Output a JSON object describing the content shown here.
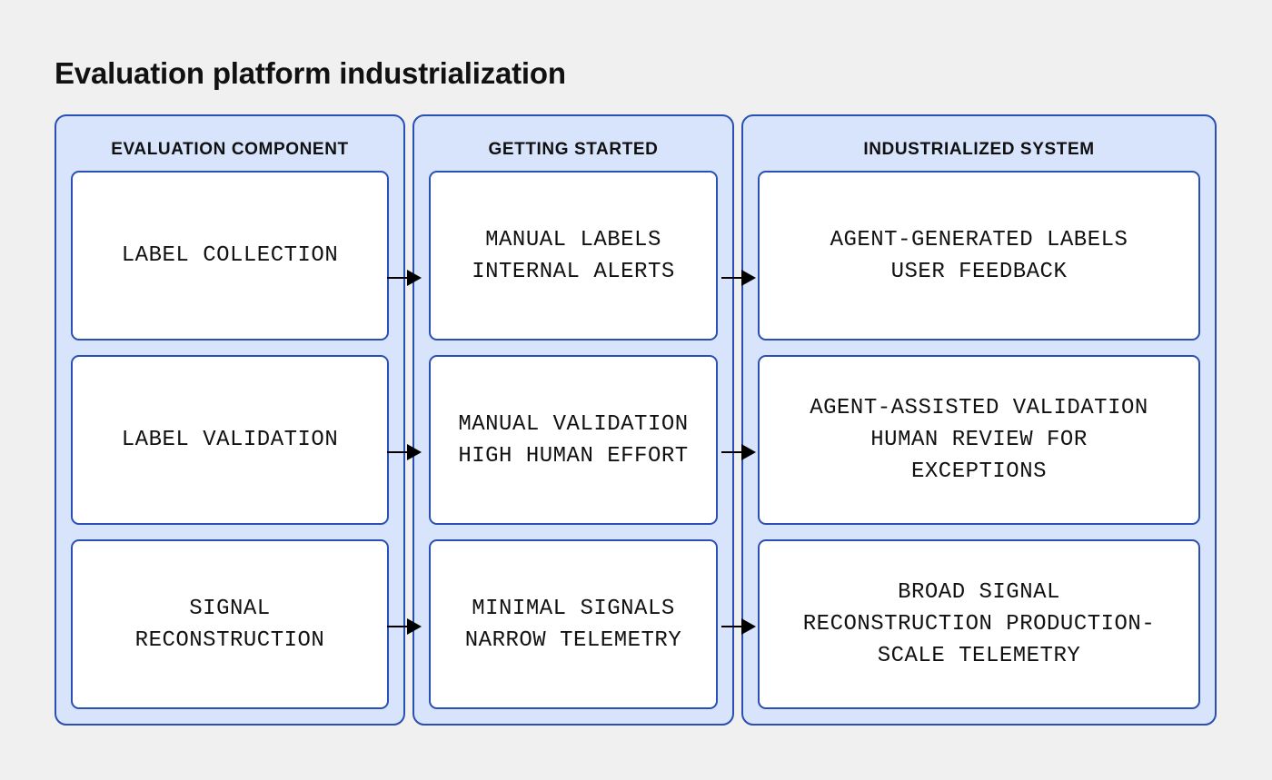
{
  "title": "Evaluation platform industrialization",
  "colors": {
    "background": "#f0f0f0",
    "panel_fill": "#d7e4fc",
    "panel_border": "#2a4fb5",
    "card_fill": "#ffffff",
    "text": "#111111",
    "arrow": "#000000"
  },
  "columns": [
    {
      "header": "EVALUATION COMPONENT"
    },
    {
      "header": "GETTING STARTED"
    },
    {
      "header": "INDUSTRIALIZED SYSTEM"
    }
  ],
  "rows": [
    {
      "component": "LABEL COLLECTION",
      "getting_started": "MANUAL LABELS\nINTERNAL ALERTS",
      "industrialized": "AGENT-GENERATED LABELS\nUSER FEEDBACK"
    },
    {
      "component": "LABEL VALIDATION",
      "getting_started": "MANUAL VALIDATION\nHIGH HUMAN EFFORT",
      "industrialized": "AGENT-ASSISTED VALIDATION\nHUMAN REVIEW FOR\nEXCEPTIONS"
    },
    {
      "component": "SIGNAL\nRECONSTRUCTION",
      "getting_started": "MINIMAL SIGNALS\nNARROW TELEMETRY",
      "industrialized": "BROAD SIGNAL\nRECONSTRUCTION PRODUCTION-\nSCALE TELEMETRY"
    }
  ],
  "arrows": [
    {
      "name": "arrow-row1-col1-col2"
    },
    {
      "name": "arrow-row1-col2-col3"
    },
    {
      "name": "arrow-row2-col1-col2"
    },
    {
      "name": "arrow-row2-col2-col3"
    },
    {
      "name": "arrow-row3-col1-col2"
    },
    {
      "name": "arrow-row3-col2-col3"
    }
  ]
}
